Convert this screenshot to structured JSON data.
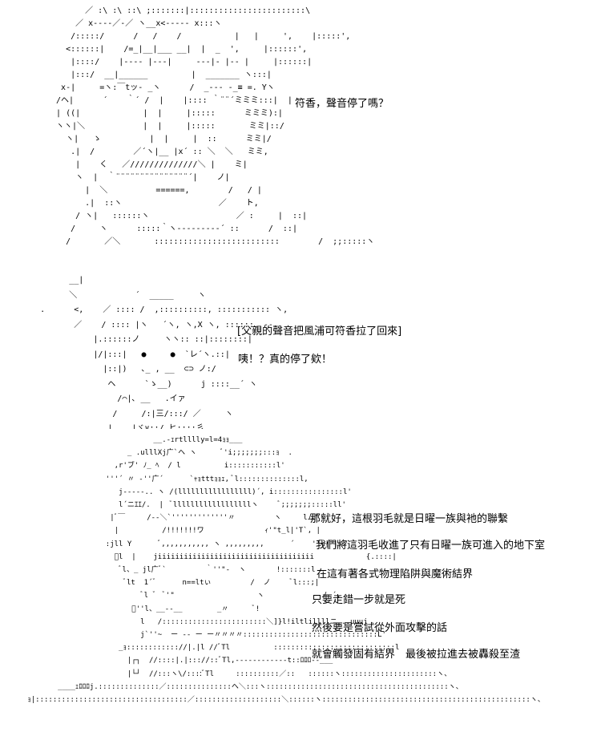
{
  "panel_1": {
    "art": "        ／ :\\ :\\ ::\\ ;:::::::|::::::::::::::::::::::::\\\n      ／ x----／-／ ヽ__x<----- x:::ヽ\n     /:::::/      /   /    /           |   |     ',    |:::::',\n    <::::::|    /=_|__|___ __|  |  _  ',     |::::::',\n     |::::/    |---- |---|     ---|- |-- |     |::::::|\n     |:::/  __|______         |  _______ ヽ:::|\n   x-|     =ヽ:￣tッ- _ヽ      /  _--- -_≡ =. Yヽ\n  /ヘ|      ´    ｀´ /  |    |:::: ｀¨¨´ミミミ:::|  |\n  | ((|             |  |     |:::::      ミミミ):|\n  ヽヽ|＼            |  |     |:::::       ミミ|::/\n    ヽ|   ゝ          |  |     |  ::      ミミ|/\n     .|  /        ／´ヽ|__ |x´ :: ＼  ＼   ミミ,\n      |    く   ／//////////////＼ |    ミ|\n      ヽ  |  ｀¨¨¨¨¨¨¨¨¨¨¨¨¨¨¨´|    ノ|\n        |  ＼          ======,        /   / |\n        .|  ::ヽ                    ／    ト,\n      / ヽ|   ::::::ヽ                  ／ :     |  ::|\n     /     ヽ      :::::｀ヽ---------´ ::      /  ::|\n    /       ／＼       ::::::::::::::::::::::::::        /  ;;:::::ヽ",
    "text_1": "符香，聲音停了嗎？"
  },
  "panel_2": {
    "art": "           __|\n           ＼            ´  _____     ヽ\n     .      <,    ／ :::: /  ,::::::::::, ::::::::::: ヽ,\n            ／    / :::: |ヽ   ´ヽ, ヽ,X ヽ, ::::::, --\n                |.::::::ノ     ヽヽ:: ::|::::::::|\n                |/|:::|   ●     ●  `レ´ヽ.::|\n                  |::|)   ､_ , __  ⊂⊃ ノ:/\n                   ヘ      `ゝ__)      j ::::__´ ヽ\n                     /⌒|､ __   .イァ\n                    /     /:|三/:::/ ／     ヽ\n                   |    |ヾ∨::/ ヒ::::彡,",
    "text_1": "[父親的聲音把風浦可符香拉了回來]",
    "text_2": "咦！？真的停了欸！"
  },
  "panel_3": {
    "art": "                                __.-ｪrtlllly=l=4ｮｮ___\n                          _ .ulllXj广`ヘ ヽ      ﾞ'i;;;;;;;:::ｮ  .\n                       ,r'ブ' ﾉ_ ﾍ  / l          i:::::::::::l'\n                     '''´ 〃 -''广´      `ｬｮtttｮｮｪ, ﾞl::::::::::::::l,\n                        j-----.. ヽ /(lllllllllllllllll)´, i::::::::::::::::l'\n                        l´ニｴｴ/.  |  ﾞllllllllllllllllllヽ     ﾞ;;;;;;;:::::ll'\n                      |ﾞ￣     /--＼`'''''''''''''〃         ヽ     lム\"ヽ\n                       |          /!!!!!!!ワ              ｨ'\"t_l|'T`, |\n                     :jll Y      ﾞ,,,,,,,,,,, ヽ ,,,,,,,,,      ´    ''<| |ｯノ\n                       ﾞl  |    jiiiiiiiiiiiiiiiiiiiiiiiiiiiiiiiiiiii            {.::::|\n                        ﾞl、_ jl广ﾞ`         ｀''\"-  ヽ       !:::::::l\n                         ﾞlt  1´ﾞ      n==ltぃ         /  ノ     ﾞl:::;|\n                             ﾞl ﾞ  ﾞ'\"                   ヽ             ノ ´,\n                           ﾞ''l、__--__        _〃      ﾞ!\n                             l   /::::::::::::::::::::::::＼]}l!iltlillllニ_..uuuj\n                             j`''~  ー -- ー ー〃〃〃〃:::::::::::::::::::::::::::::::L'\n                        _ｮ:::::::::::://|.|l //ﾞTl          ::::::::::::::::::::::::::::l\n                          |┌┐  //::::|.|::://::ﾞTl,------------t::ﾛﾛﾛ--___\n                          |└┘  //:::ヽ\\/::::ﾞTl     ::::::::::／::   ::::::ヽ::::::::::::::::::::::ヽ、\n          ____ｪﾛﾛﾛj.::::::::::::::／:::::::::::::::ヘ＼:::ヽ::::::::::::::::::::::::::::::::::::::::::ヽ、\n   ｮ|:::::::::::::::::::::::::::::::::::／::::::::::::::::::::＼::::::ヽ::::::::::::::::::::::::::::::::::::::::::::::::ヽ、",
    "text_1": "那就好，這根羽毛就是日曜一族與衪的聯繫",
    "text_2": "我們將這羽毛收進了只有日曜一族可進入的地下室",
    "text_3": "在這有著各式物理陷阱與魔術結界",
    "text_4": "只要走錯一步就是死",
    "text_5": "然後要是嘗試從外面攻擊的話",
    "text_6": "就會觸發固有結界　最後被拉進去被轟殺至渣"
  }
}
